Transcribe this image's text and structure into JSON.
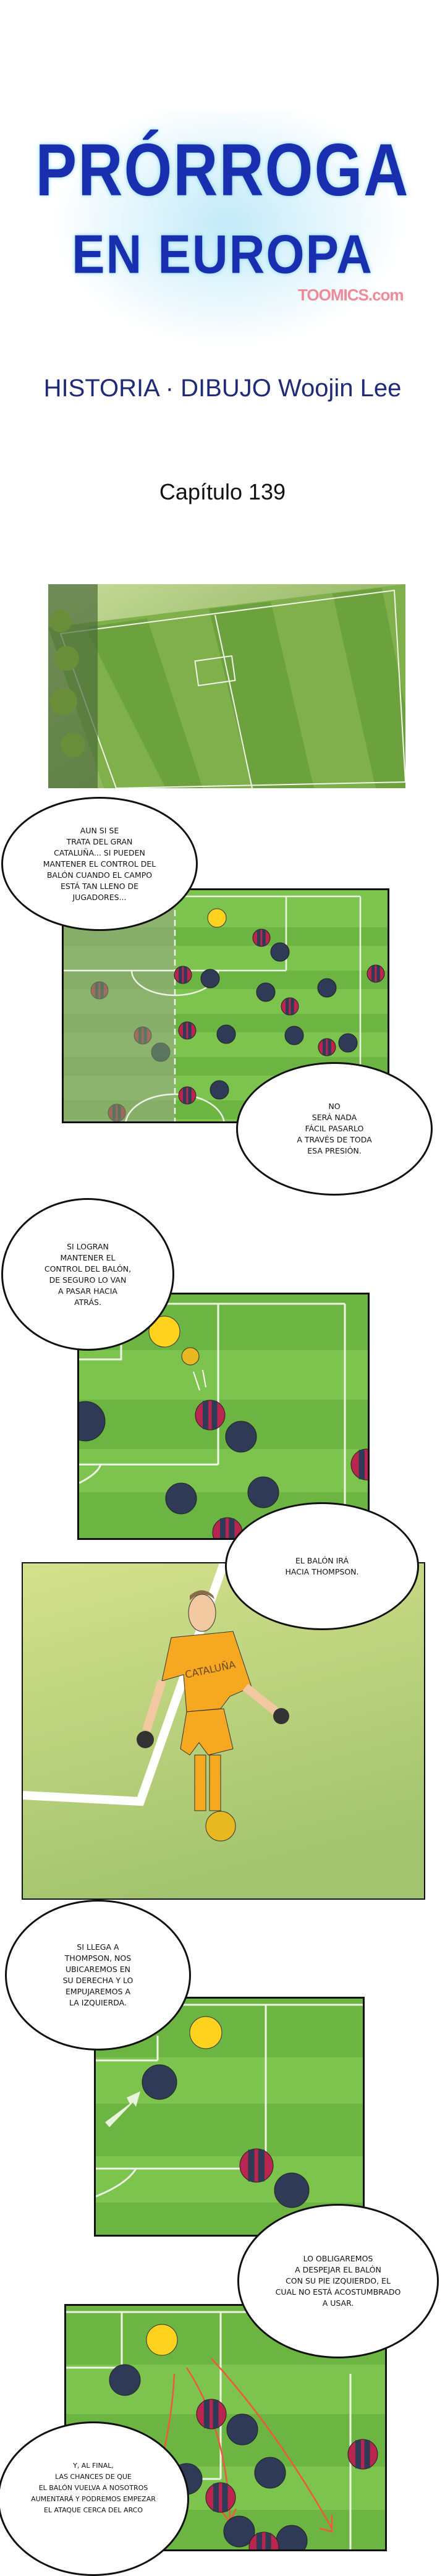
{
  "header": {
    "title_line1": "PRÓRROGA",
    "title_line2": "EN EUROPA",
    "publisher_logo": "TOOMICS.com",
    "credits": "HISTORIA · DIBUJO  Woojin Lee",
    "chapter": "Capítulo 139"
  },
  "bubbles": [
    "AUN SI SE\nTRATA DEL GRAN\nCATALUÑA... SI PUEDEN\nMANTENER EL CONTROL DEL\nBALÓN CUANDO EL CAMPO\nESTÁ TAN LLENO DE\nJUGADORES...",
    "NO\nSERÁ NADA\nFÁCIL PASARLO\nA TRAVÉS DE TODA\nESA PRESIÓN.",
    "SI LOGRAN\nMANTENER EL\nCONTROL DEL BALÓN,\nDE SEGURO LO VAN\nA PASAR HACIA\nATRÁS.",
    "EL BALÓN IRÁ\nHACIA THOMPSON.",
    "SI LLEGA A\nTHOMPSON, NOS\nUBICAREMOS EN\nSU DERECHA Y LO\nEMPUJAREMOS A\nLA IZQUIERDA.",
    "LO OBLIGAREMOS\nA DESPEJAR EL BALÓN\nCON SU PIE IZQUIERDO, EL\nCUAL NO ESTÁ ACOSTUMBRADO\nA USAR.",
    "Y, AL FINAL,\nLAS CHANCES DE QUE\nEL BALÓN VUELVA A NOSOTROS\nAUMENTARÁ Y PODREMOS EMPEZAR\nEL ATAQUE CERCA DEL ARCO"
  ],
  "jersey_text": "CATALUÑA",
  "colors": {
    "title_blue": "#1a2fb0",
    "pitch_green": "#74bf48",
    "opponent_navy": "#2f3a56",
    "stripe_red": "#b8264f",
    "goalkeeper_yellow": "#ffd21f",
    "arrow_red": "#f0573c"
  }
}
